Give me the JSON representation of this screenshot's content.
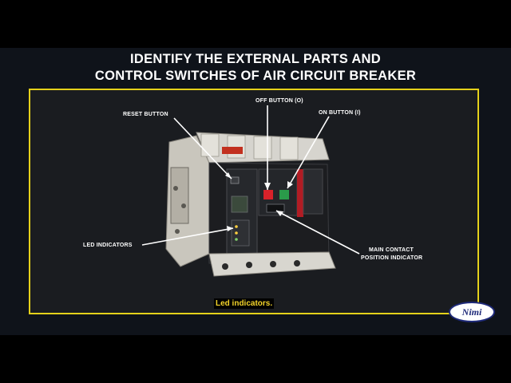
{
  "title": {
    "line1": "IDENTIFY THE EXTERNAL PARTS AND",
    "line2": "CONTROL SWITCHES OF AIR CIRCUIT BREAKER"
  },
  "labels": {
    "reset_button": "RESET BUTTON",
    "off_button": "OFF BUTTON (O)",
    "on_button": "ON BUTTON (I)",
    "led_indicators": "LED INDICATORS",
    "main_contact_line1": "MAIN CONTACT",
    "main_contact_line2": "POSITION INDICATOR"
  },
  "caption": "Led indicators.",
  "logo": "Nimi",
  "colors": {
    "frame_border": "#e5d11a",
    "caption_text": "#f4d42a",
    "off_button": "#d8222a",
    "on_button": "#2a9a4a"
  }
}
